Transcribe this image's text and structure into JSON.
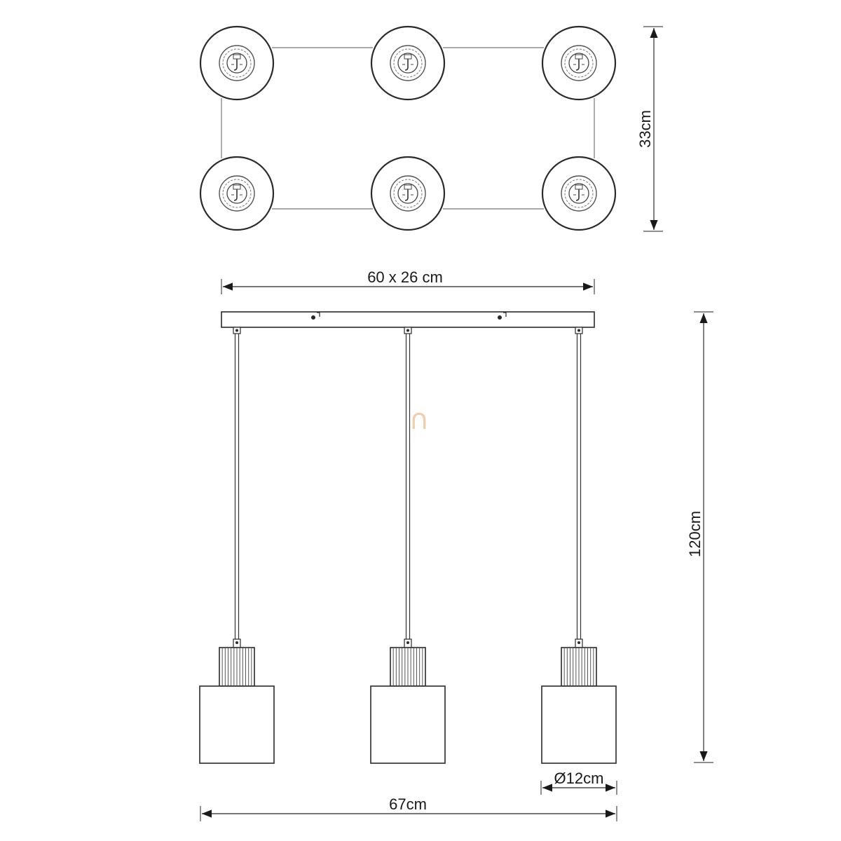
{
  "dimensions": {
    "top_view_depth": "33cm",
    "canopy_size": "60 x 26 cm",
    "overall_height": "120cm",
    "shade_diameter": "Ø12cm",
    "overall_width": "67cm"
  },
  "colors": {
    "line": "#2a2a2a",
    "dimension": "#1a1a1a",
    "watermark": "#e9a66b"
  }
}
